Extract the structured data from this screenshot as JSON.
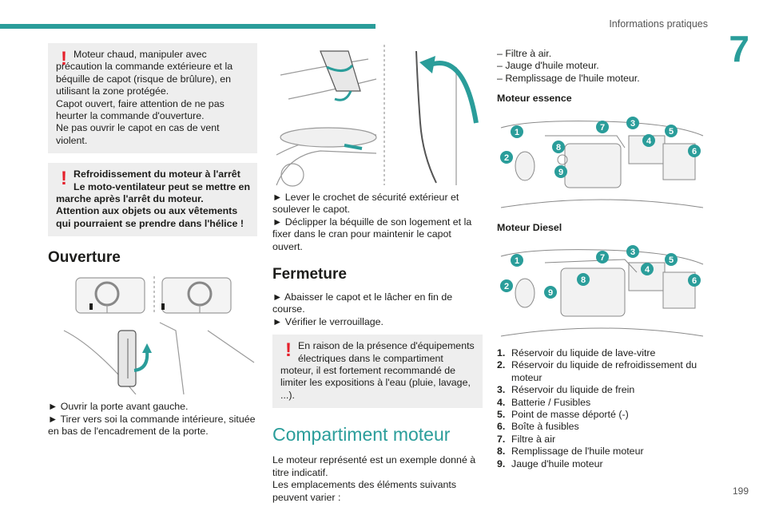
{
  "header": {
    "title": "Informations pratiques",
    "chapter": "7"
  },
  "footer": {
    "page": "199"
  },
  "col1": {
    "warn1": [
      "Moteur chaud, manipuler avec",
      "précaution la commande extérieure et la béquille de capot (risque de brûlure), en utilisant la zone protégée.",
      "Capot ouvert, faire attention de ne pas heurter la commande d'ouverture.",
      "Ne pas ouvrir le capot en cas de vent violent."
    ],
    "warn2": [
      "Refroidissement du moteur à l'arrêt",
      "Le moto-ventilateur peut se mettre en marche après l'arrêt du moteur.",
      "Attention aux objets ou aux vêtements qui pourraient se prendre dans l'hélice !"
    ],
    "heading": "Ouverture",
    "steps": [
      "► Ouvrir la porte avant gauche.",
      "► Tirer vers soi la commande intérieure, située en bas de l'encadrement de la porte."
    ]
  },
  "col2": {
    "steps": [
      "► Lever le crochet de sécurité extérieur et soulever le capot.",
      "► Déclipper la béquille de son logement et la fixer dans le cran pour maintenir le capot ouvert."
    ],
    "heading": "Fermeture",
    "close_steps": [
      "► Abaisser le capot et le lâcher en fin de course.",
      "► Vérifier le verrouillage."
    ],
    "warn": [
      "En raison de la présence d'équipements",
      "électriques dans le compartiment moteur, il est fortement recommandé de limiter les expositions à l'eau (pluie, lavage, ...)."
    ],
    "big_heading": "Compartiment moteur",
    "intro": [
      "Le moteur représenté est un exemple donné à titre indicatif.",
      "Les emplacements des éléments suivants peuvent varier :"
    ]
  },
  "col3": {
    "dash_items": [
      "– Filtre à air.",
      "– Jauge d'huile moteur.",
      "– Remplissage de l'huile moteur."
    ],
    "petrol_heading": "Moteur essence",
    "diesel_heading": "Moteur Diesel",
    "legend": [
      {
        "num": "1.",
        "text": "Réservoir du liquide de lave-vitre"
      },
      {
        "num": "2.",
        "text": "Réservoir du liquide de refroidissement du moteur"
      },
      {
        "num": "3.",
        "text": "Réservoir du liquide de frein"
      },
      {
        "num": "4.",
        "text": "Batterie / Fusibles"
      },
      {
        "num": "5.",
        "text": "Point de masse déporté (-)"
      },
      {
        "num": "6.",
        "text": "Boîte à fusibles"
      },
      {
        "num": "7.",
        "text": "Filtre à air"
      },
      {
        "num": "8.",
        "text": "Remplissage de l'huile moteur"
      },
      {
        "num": "9.",
        "text": "Jauge d'huile moteur"
      }
    ],
    "callouts": [
      "1",
      "2",
      "3",
      "4",
      "5",
      "6",
      "7",
      "8",
      "9"
    ]
  },
  "colors": {
    "accent": "#2a9d9a",
    "warning": "#e5202b",
    "box_bg": "#eeeeee"
  }
}
